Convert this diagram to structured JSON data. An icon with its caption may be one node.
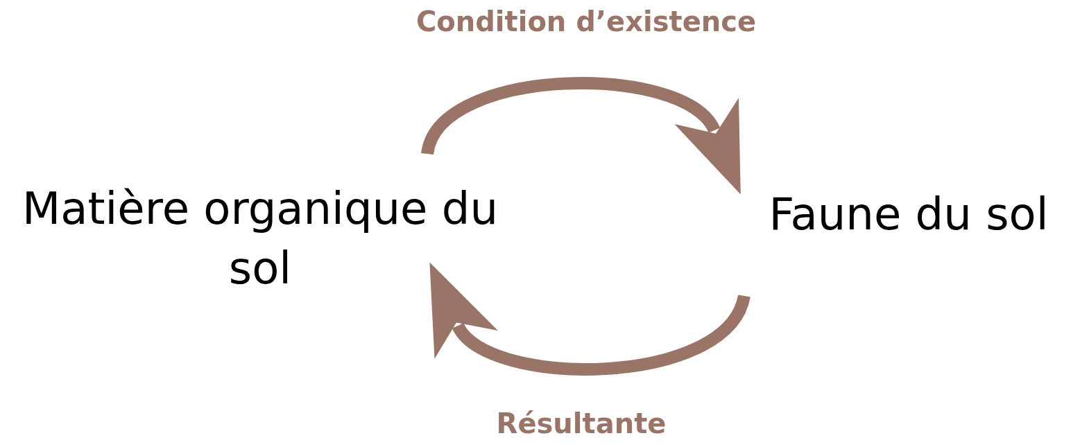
{
  "diagram": {
    "nodes": [
      {
        "text": [
          "Matière organique du sol"
        ]
      },
      {
        "text": [
          "Faune du sol"
        ]
      }
    ],
    "edges": [
      {
        "from": 0,
        "to": 1,
        "arrow": "to",
        "label": "Condition d’existence"
      },
      {
        "from": 1,
        "to": 0,
        "arrow": "to",
        "label": "Résultante"
      }
    ]
  }
}
